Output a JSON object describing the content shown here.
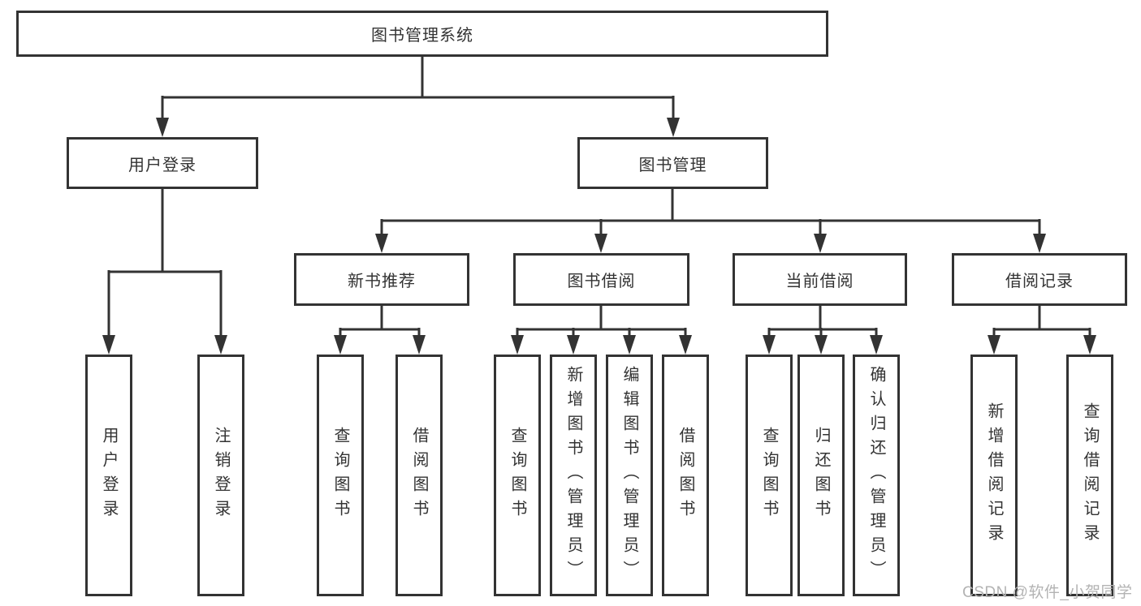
{
  "tree": {
    "root": "图书管理系统",
    "branches": [
      {
        "label": "用户登录",
        "children": [
          "用户登录",
          "注销登录"
        ]
      },
      {
        "label": "图书管理",
        "groups": [
          {
            "label": "新书推荐",
            "children": [
              "查询图书",
              "借阅图书"
            ]
          },
          {
            "label": "图书借阅",
            "children": [
              "查询图书",
              "新增图书（管理员）",
              "编辑图书（管理员）",
              "借阅图书"
            ]
          },
          {
            "label": "当前借阅",
            "children": [
              "查询图书",
              "归还图书",
              "确认归还（管理员）"
            ]
          },
          {
            "label": "借阅记录",
            "children": [
              "新增借阅记录",
              "查询借阅记录"
            ]
          }
        ]
      }
    ]
  },
  "watermark": {
    "text": "CSDN @软件_小贺同学"
  },
  "colors": {
    "line": "#333333",
    "text": "#333333",
    "node_fill": "#ffffff",
    "background": "#ffffff",
    "watermark": "#b3b3b3"
  }
}
